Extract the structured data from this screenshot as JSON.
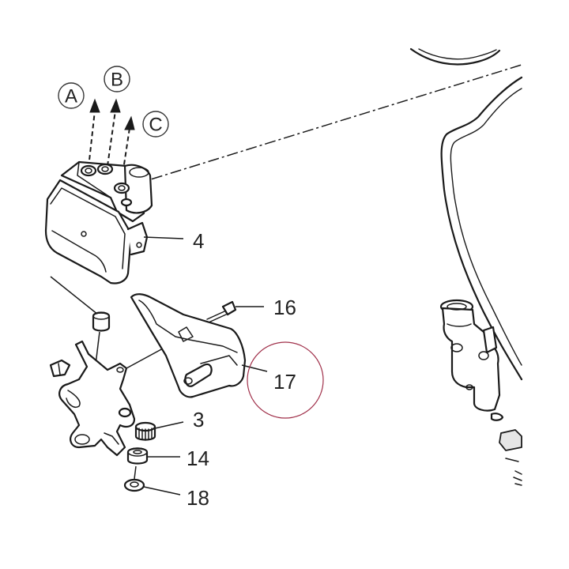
{
  "callouts": {
    "p4": "4",
    "p16": "16",
    "p17": "17",
    "p3": "3",
    "p14": "14",
    "p18": "18"
  },
  "ports": {
    "a": "A",
    "b": "B",
    "c": "C"
  },
  "highlight": {
    "target": "17",
    "color": "#a0304a"
  }
}
